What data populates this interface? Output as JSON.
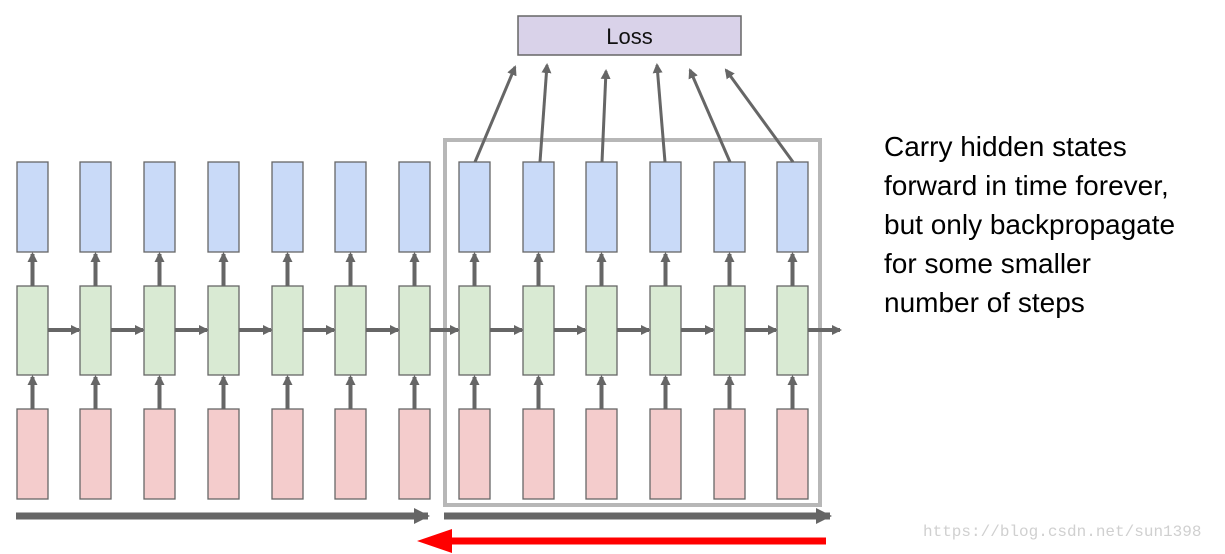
{
  "diagram": {
    "loss_label": "Loss",
    "num_timesteps": 13,
    "truncated_window_steps": 6,
    "layers": [
      {
        "name": "output",
        "color": "#c9daf8"
      },
      {
        "name": "hidden",
        "color": "#d9ead3"
      },
      {
        "name": "input",
        "color": "#f4cccc"
      }
    ],
    "colors": {
      "loss_fill": "#d9d2e9",
      "box_border": "#666666",
      "arrow": "#666666",
      "window_frame": "#b7b7b7",
      "backprop_arrow": "#ff0000"
    },
    "forward_arrows": [
      "forward pass (earlier chunk)",
      "forward pass (current chunk)"
    ],
    "backward_arrow": "backpropagation (current chunk)"
  },
  "caption": {
    "lines": [
      "Carry hidden states",
      "forward in time forever,",
      "but only backpropagate",
      "for some smaller",
      "number of steps"
    ]
  },
  "watermark": "https://blog.csdn.net/sun1398"
}
